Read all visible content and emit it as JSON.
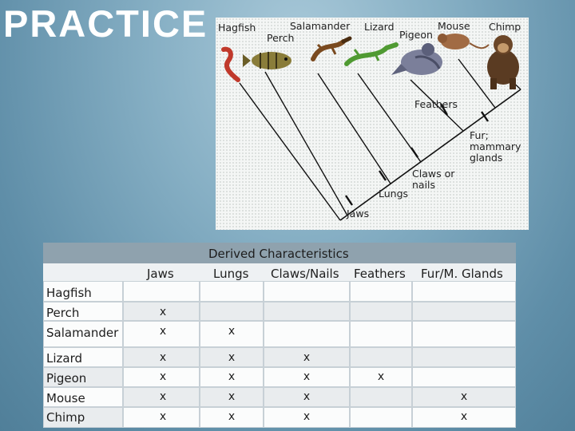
{
  "slide": {
    "title": "PRACTICE"
  },
  "cladogram": {
    "taxa": [
      "Hagfish",
      "Perch",
      "Salamander",
      "Lizard",
      "Pigeon",
      "Mouse",
      "Chimp"
    ],
    "traits": [
      "Jaws",
      "Lungs",
      "Claws or nails",
      "Feathers",
      "Fur; mammary glands"
    ]
  },
  "table": {
    "caption": "Derived Characteristics",
    "headers": [
      "Jaws",
      "Lungs",
      "Claws/Nails",
      "Feathers",
      "Fur/M. Glands"
    ],
    "rows": [
      {
        "name": "Hagfish",
        "marks": [
          "",
          "",
          "",
          "",
          ""
        ]
      },
      {
        "name": "Perch",
        "marks": [
          "x",
          "",
          "",
          "",
          ""
        ]
      },
      {
        "name": "Salamander",
        "marks": [
          "x",
          "x",
          "",
          "",
          ""
        ]
      },
      {
        "name": "Lizard",
        "marks": [
          "x",
          "x",
          "x",
          "",
          ""
        ]
      },
      {
        "name": "Pigeon",
        "marks": [
          "x",
          "x",
          "x",
          "x",
          ""
        ]
      },
      {
        "name": "Mouse",
        "marks": [
          "x",
          "x",
          "x",
          "",
          "x"
        ]
      },
      {
        "name": "Chimp",
        "marks": [
          "x",
          "x",
          "x",
          "",
          "x"
        ]
      }
    ]
  }
}
